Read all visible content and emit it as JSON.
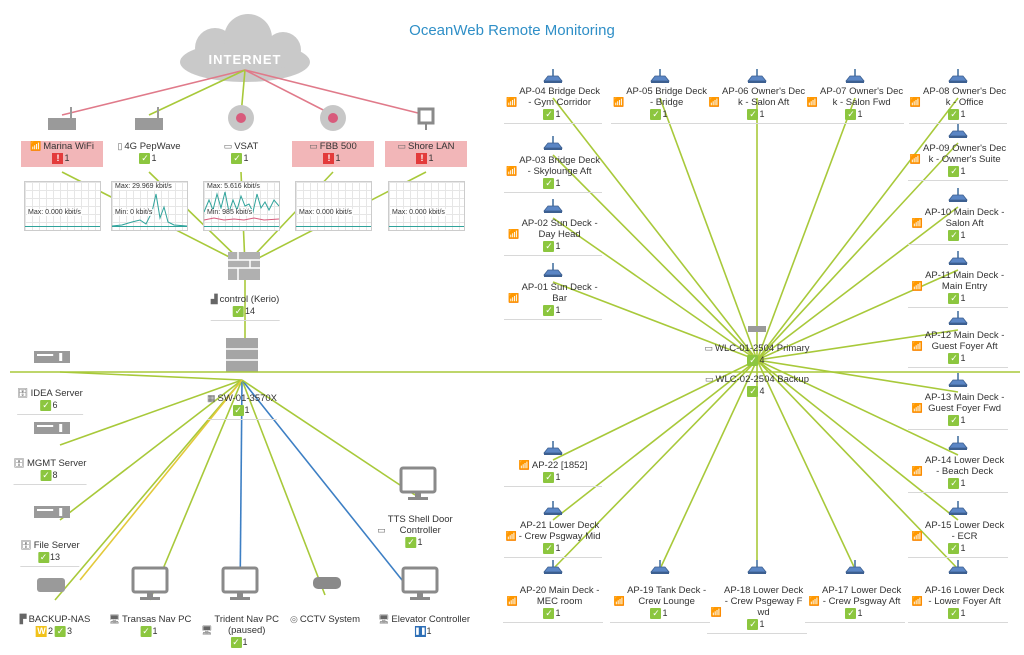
{
  "title": "OceanWeb Remote Monitoring",
  "internet": {
    "label": "INTERNET"
  },
  "uplinks": [
    {
      "name": "Marina WiFi",
      "status": "warn",
      "count": "1",
      "chart": {
        "max": "Max: 0.000 kbit/s",
        "min": ""
      }
    },
    {
      "name": "4G PepWave",
      "status": "ok",
      "count": "1",
      "chart": {
        "max": "Max: 29.969 kbit/s",
        "min": "Min: 0 kbit/s"
      }
    },
    {
      "name": "VSAT",
      "status": "ok",
      "count": "1",
      "chart": {
        "max": "Max: 5.616 kbit/s",
        "min": "Min: 985 kbit/s"
      }
    },
    {
      "name": "FBB 500",
      "status": "warn",
      "count": "1",
      "chart": {
        "max": "Max: 0.000 kbit/s",
        "min": ""
      }
    },
    {
      "name": "Shore LAN",
      "status": "warn",
      "count": "1",
      "chart": {
        "max": "Max: 0.000 kbit/s",
        "min": ""
      }
    }
  ],
  "firewall": {
    "name": "control (Kerio)",
    "count": "14"
  },
  "switch": {
    "name": "SW-01-3570X",
    "count": "1"
  },
  "servers": [
    {
      "name": "IDEA Server",
      "count": "6"
    },
    {
      "name": "MGMT Server",
      "count": "8"
    },
    {
      "name": "File Server",
      "count": "13"
    }
  ],
  "bottom_devices": [
    {
      "name": "BACKUP-NAS",
      "badges": [
        {
          "type": "yel",
          "count": "2"
        },
        {
          "type": "ok",
          "count": "3"
        }
      ]
    },
    {
      "name": "Transas Nav PC",
      "badges": [
        {
          "type": "ok",
          "count": "1"
        }
      ]
    },
    {
      "name": "Trident Nav PC\n(paused)",
      "badges": [
        {
          "type": "ok",
          "count": "1"
        }
      ]
    },
    {
      "name": "CCTV System",
      "badges": []
    },
    {
      "name": "Elevator Controller",
      "badges": [
        {
          "type": "pause",
          "count": "1"
        }
      ]
    }
  ],
  "tts": {
    "name": "TTS Shell Door\nController",
    "count": "1"
  },
  "wlc": [
    {
      "name": "WLC-01-2504 Primary",
      "count": "4"
    },
    {
      "name": "WLC-02-2504 Backup",
      "count": "4"
    }
  ],
  "aps_top": [
    {
      "name": "AP-04 Bridge Deck\n- Gym Corridor",
      "count": "1"
    },
    {
      "name": "AP-05 Bridge Deck\n- Bridge",
      "count": "1"
    },
    {
      "name": "AP-06 Owner's Dec\nk - Salon Aft",
      "count": "1"
    },
    {
      "name": "AP-07 Owner's Dec\nk - Salon Fwd",
      "count": "1"
    },
    {
      "name": "AP-08 Owner's Dec\nk - Office",
      "count": "1"
    }
  ],
  "aps_left": [
    {
      "name": "AP-03 Bridge Deck\n- Skylounge Aft",
      "count": "1"
    },
    {
      "name": "AP-02 Sun Deck -\nDay Head",
      "count": "1"
    },
    {
      "name": "AP-01 Sun Deck -\nBar",
      "count": "1"
    },
    {
      "name": "AP-22 [1852]",
      "count": "1"
    },
    {
      "name": "AP-21 Lower Deck\n- Crew Psgway Mid",
      "count": "1"
    }
  ],
  "aps_right": [
    {
      "name": "AP-09 Owner's Dec\nk - Owner's Suite",
      "count": "1"
    },
    {
      "name": "AP-10 Main Deck -\nSalon Aft",
      "count": "1"
    },
    {
      "name": "AP-11 Main Deck -\nMain Entry",
      "count": "1"
    },
    {
      "name": "AP-12 Main Deck -\nGuest Foyer Aft",
      "count": "1"
    },
    {
      "name": "AP-13 Main Deck -\nGuest Foyer Fwd",
      "count": "1"
    },
    {
      "name": "AP-14 Lower Deck\n- Beach Deck",
      "count": "1"
    },
    {
      "name": "AP-15 Lower Deck\n- ECR",
      "count": "1"
    }
  ],
  "aps_bottom": [
    {
      "name": "AP-20 Main Deck -\nMEC room",
      "count": "1"
    },
    {
      "name": "AP-19 Tank Deck -\nCrew Lounge",
      "count": "1"
    },
    {
      "name": "AP-18 Lower Deck\n- Crew Psgeway F\nwd",
      "count": "1"
    },
    {
      "name": "AP-17 Lower Deck\n- Crew Psgway Aft",
      "count": "1"
    },
    {
      "name": "AP-16 Lower Deck\n- Lower Foyer Aft",
      "count": "1"
    }
  ],
  "colors": {
    "link": "#a8c93a",
    "alarm_link": "#e07a8a",
    "blue_link": "#3d7fc4",
    "title": "#2f8fc7",
    "ok": "#8cc63f",
    "warn": "#e33b3b"
  }
}
